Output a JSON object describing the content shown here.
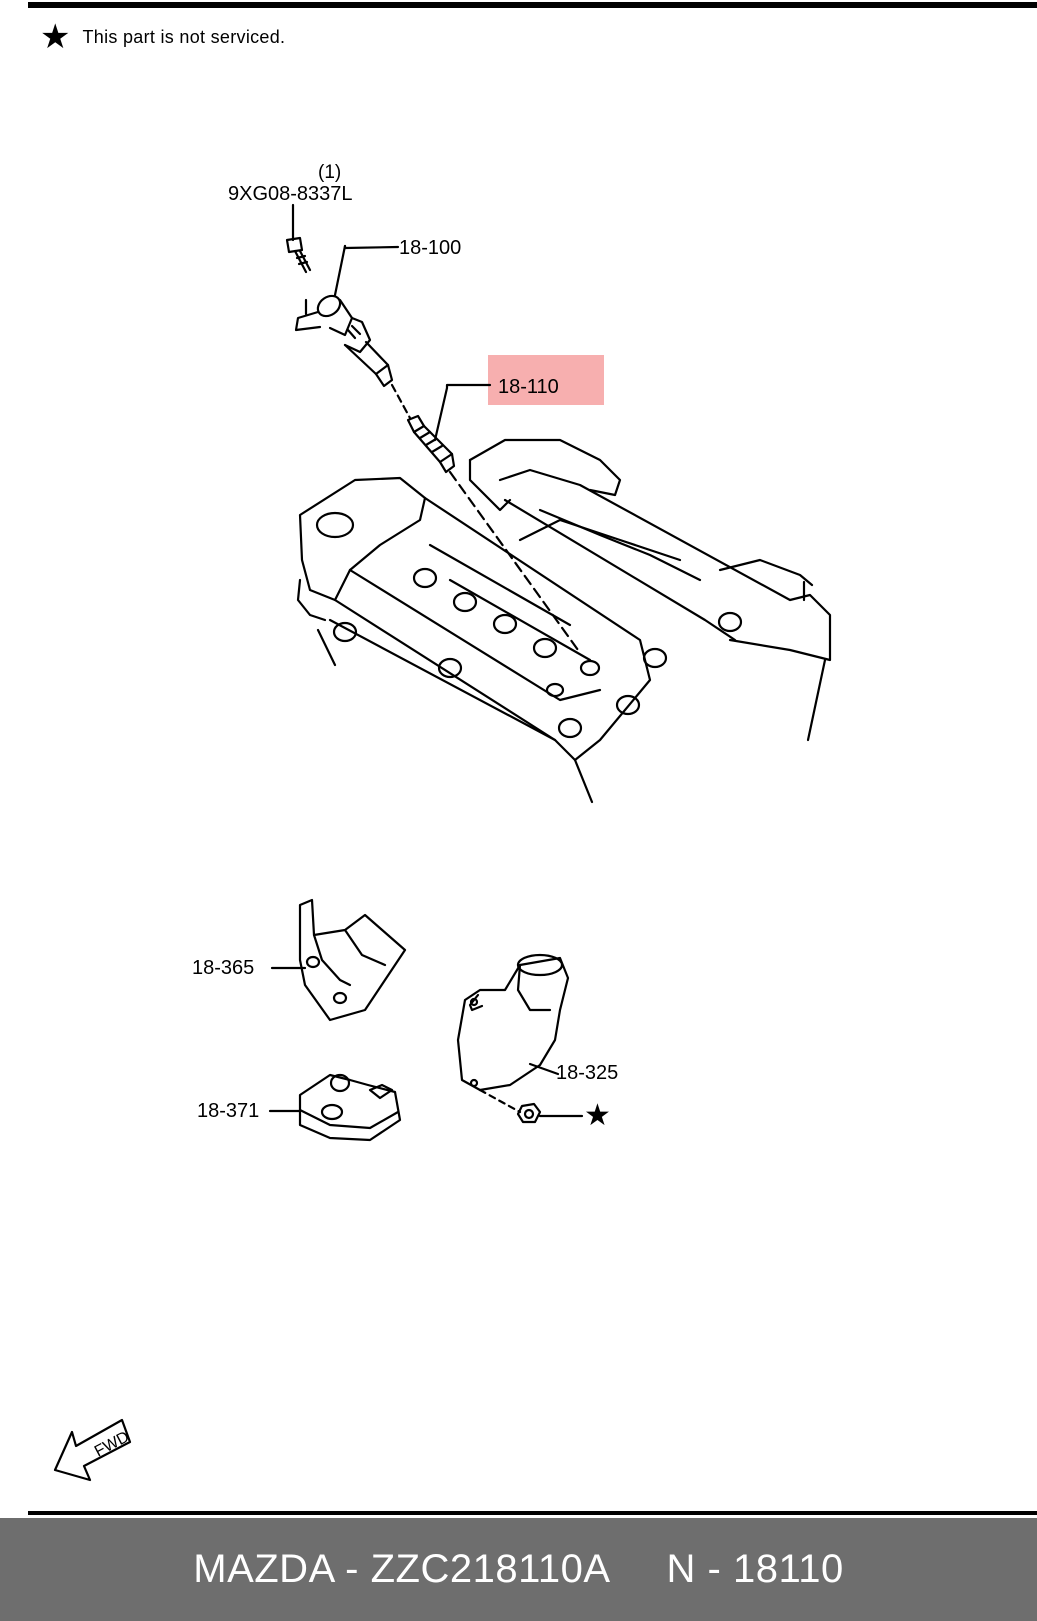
{
  "legend": {
    "star_icon": "star-icon",
    "text": "This part is not serviced."
  },
  "callouts": {
    "bolt_qty": "(1)",
    "bolt_part": "9XG08-8337L",
    "ignition_coil": "18-100",
    "spark_plug": "18-110",
    "cover_365": "18-365",
    "bracket_371": "18-371",
    "cover_325": "18-325"
  },
  "highlight_color": "#f06e6e",
  "fwd_arrow_text": "FWD",
  "footer": {
    "brand_part": "MAZDA - ZZC218110A",
    "ref": "N - 18110"
  }
}
